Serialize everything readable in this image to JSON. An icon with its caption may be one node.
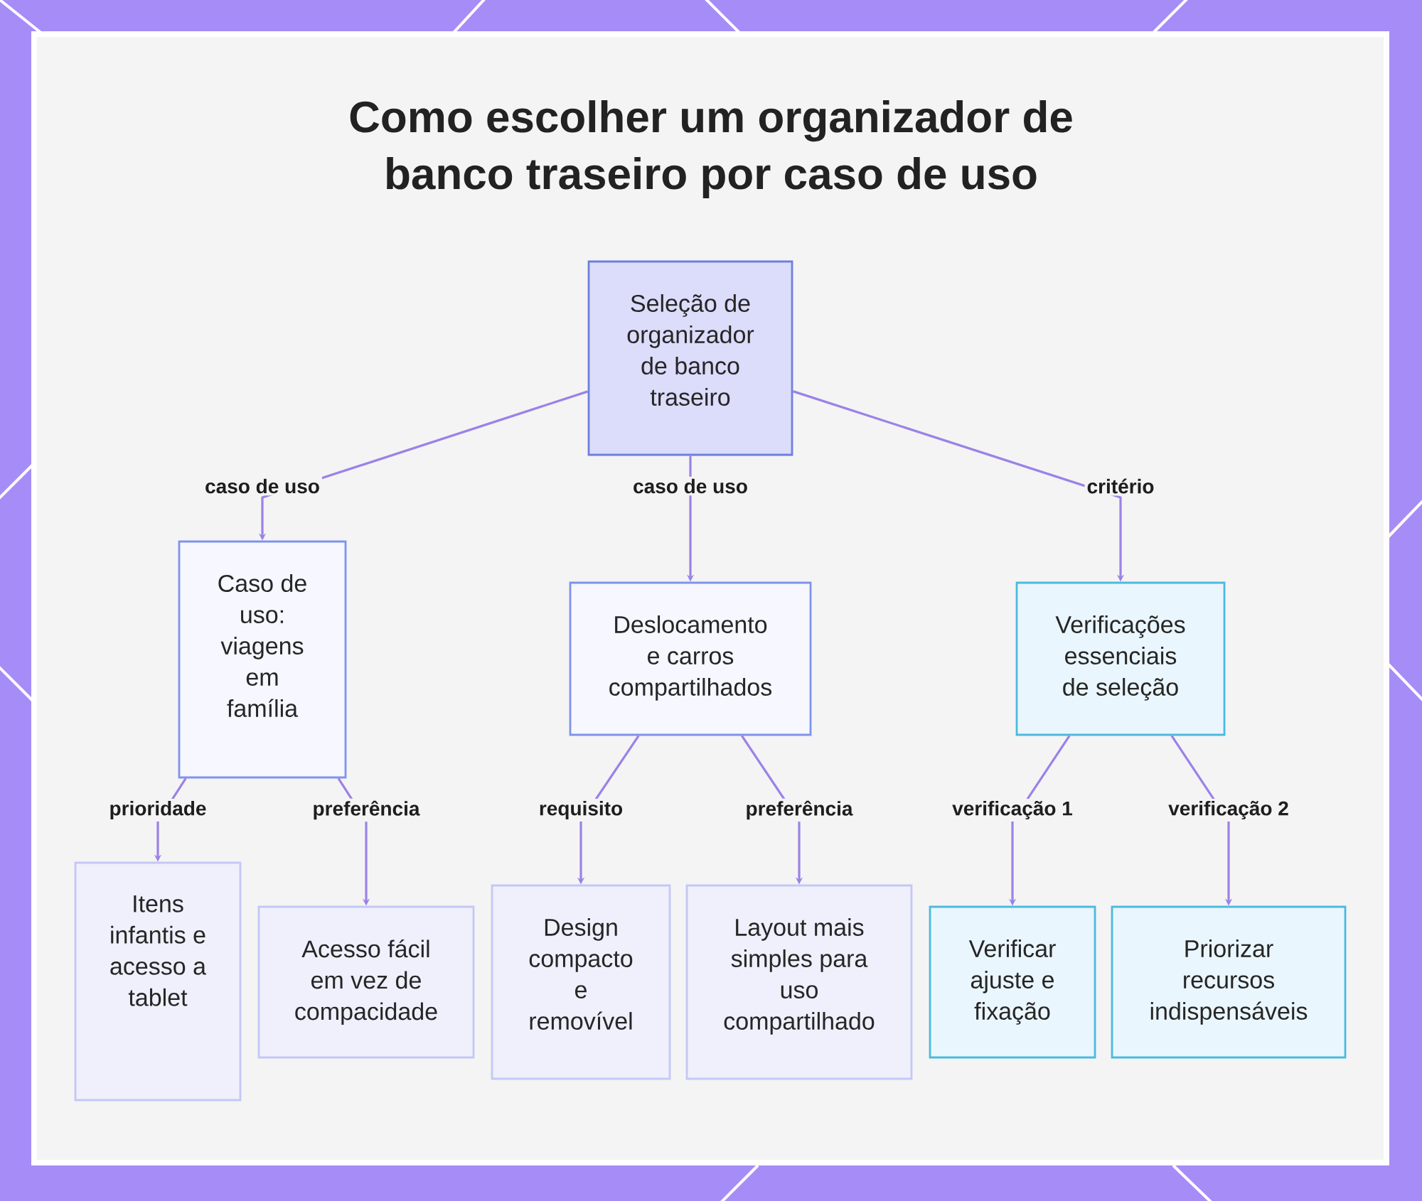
{
  "diagram": {
    "title": "Como escolher um organizador de banco traseiro por caso de uso",
    "nodes": [
      {
        "text": [
          "Seleção de organizador de banco traseiro"
        ]
      },
      {
        "text": [
          "Caso de uso: viagens em família"
        ]
      },
      {
        "text": [
          "Deslocamento e carros compartilhados"
        ]
      },
      {
        "text": [
          "Verificações essenciais de seleção"
        ]
      },
      {
        "text": [
          "Itens infantis e acesso a tablet"
        ]
      },
      {
        "text": [
          "Acesso fácil em vez de compacidade"
        ]
      },
      {
        "text": [
          "Design compacto e removível"
        ]
      },
      {
        "text": [
          "Layout mais simples para uso compartilhado"
        ]
      },
      {
        "text": [
          "Verificar ajuste e fixação"
        ]
      },
      {
        "text": [
          "Priorizar recursos indispensáveis"
        ]
      }
    ],
    "edges": [
      {
        "from": 0,
        "to": 1,
        "arrow": "to",
        "label": "caso de uso"
      },
      {
        "from": 0,
        "to": 2,
        "arrow": "to",
        "label": "caso de uso"
      },
      {
        "from": 0,
        "to": 3,
        "arrow": "to",
        "label": "critério"
      },
      {
        "from": 1,
        "to": 4,
        "arrow": "to",
        "label": "prioridade"
      },
      {
        "from": 1,
        "to": 5,
        "arrow": "to",
        "label": "preferência"
      },
      {
        "from": 2,
        "to": 6,
        "arrow": "to",
        "label": "requisito"
      },
      {
        "from": 2,
        "to": 7,
        "arrow": "to",
        "label": "preferência"
      },
      {
        "from": 3,
        "to": 8,
        "arrow": "to",
        "label": "verificação 1"
      },
      {
        "from": 3,
        "to": 9,
        "arrow": "to",
        "label": "verificação 2"
      }
    ]
  }
}
